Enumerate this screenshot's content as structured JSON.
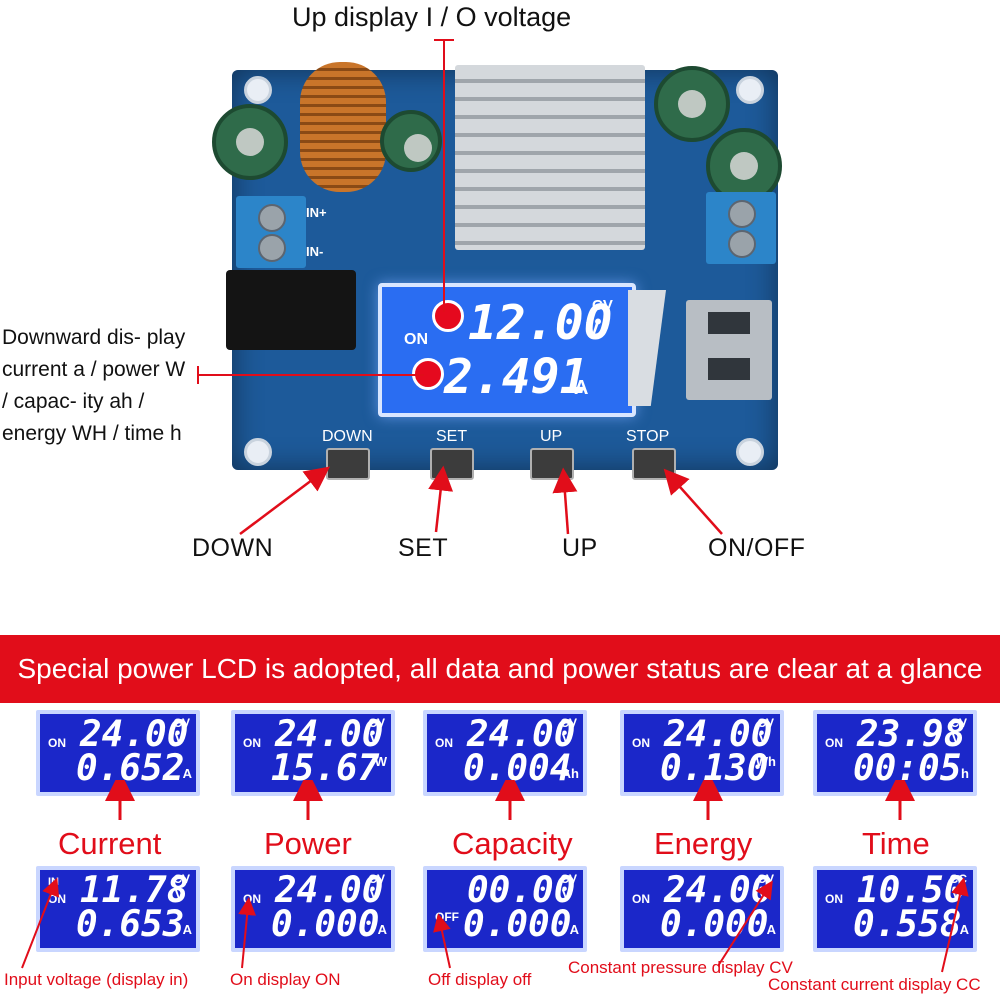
{
  "header": {
    "title": "Up display I / O voltage",
    "side_description": "Downward dis- play current a / power W / capac- ity ah / energy WH / time h"
  },
  "board": {
    "terminal_in_plus": "IN+",
    "terminal_in_minus": "IN-",
    "lcd": {
      "on_label": "ON",
      "line1_value": "12.00",
      "line1_unit_top": "CV",
      "line1_unit": "V",
      "line2_value": "2.491",
      "line2_unit": "A"
    },
    "buttons": [
      {
        "silk": "DOWN",
        "caption": "DOWN"
      },
      {
        "silk": "SET",
        "caption": "SET"
      },
      {
        "silk": "UP",
        "caption": "UP"
      },
      {
        "silk": "STOP",
        "caption": "ON/OFF"
      }
    ]
  },
  "banner": {
    "text": "Special power LCD is adopted, all data and power status are clear at a glance"
  },
  "modes_top": [
    {
      "tag": "ON",
      "v1": "24.00",
      "u1a": "CV",
      "u1b": "V",
      "v2": "0.652",
      "u2": "A",
      "label": "Current"
    },
    {
      "tag": "ON",
      "v1": "24.00",
      "u1a": "CV",
      "u1b": "V",
      "v2": "15.67",
      "u2": "W",
      "label": "Power"
    },
    {
      "tag": "ON",
      "v1": "24.00",
      "u1a": "CV",
      "u1b": "V",
      "v2": "0.004",
      "u2": "Ah",
      "label": "Capacity"
    },
    {
      "tag": "ON",
      "v1": "24.00",
      "u1a": "CV",
      "u1b": "V",
      "v2": "0.130",
      "u2": "Wh",
      "label": "Energy"
    },
    {
      "tag": "ON",
      "v1": "23.98",
      "u1a": "CV",
      "u1b": "V",
      "v2": "00:05",
      "u2": "h",
      "label": "Time"
    }
  ],
  "modes_bottom": [
    {
      "tag_top": "IN",
      "tag": "ON",
      "v1": "11.78",
      "u1a": "CV",
      "u1b": "V",
      "v2": "0.653",
      "u2": "A",
      "label": "Input voltage (display in)"
    },
    {
      "tag": "ON",
      "v1": "24.00",
      "u1a": "CV",
      "u1b": "V",
      "v2": "0.000",
      "u2": "A",
      "label": "On display ON"
    },
    {
      "tag": "OFF",
      "v1": "00.00",
      "u1a": "CV",
      "u1b": "V",
      "v2": "0.000",
      "u2": "A",
      "label": "Off display off"
    },
    {
      "tag": "ON",
      "v1": "24.00",
      "u1a": "CV",
      "u1b": "V",
      "v2": "0.000",
      "u2": "A",
      "label": "Constant pressure display CV"
    },
    {
      "tag": "ON",
      "v1": "10.50",
      "u1a": "CC",
      "u1b": "V",
      "v2": "0.558",
      "u2": "A",
      "label": "Constant current display CC"
    }
  ],
  "colors": {
    "accent_red": "#e10d1a",
    "lcd_blue": "#1b27c9",
    "pcb_blue": "#1d5a9a"
  }
}
